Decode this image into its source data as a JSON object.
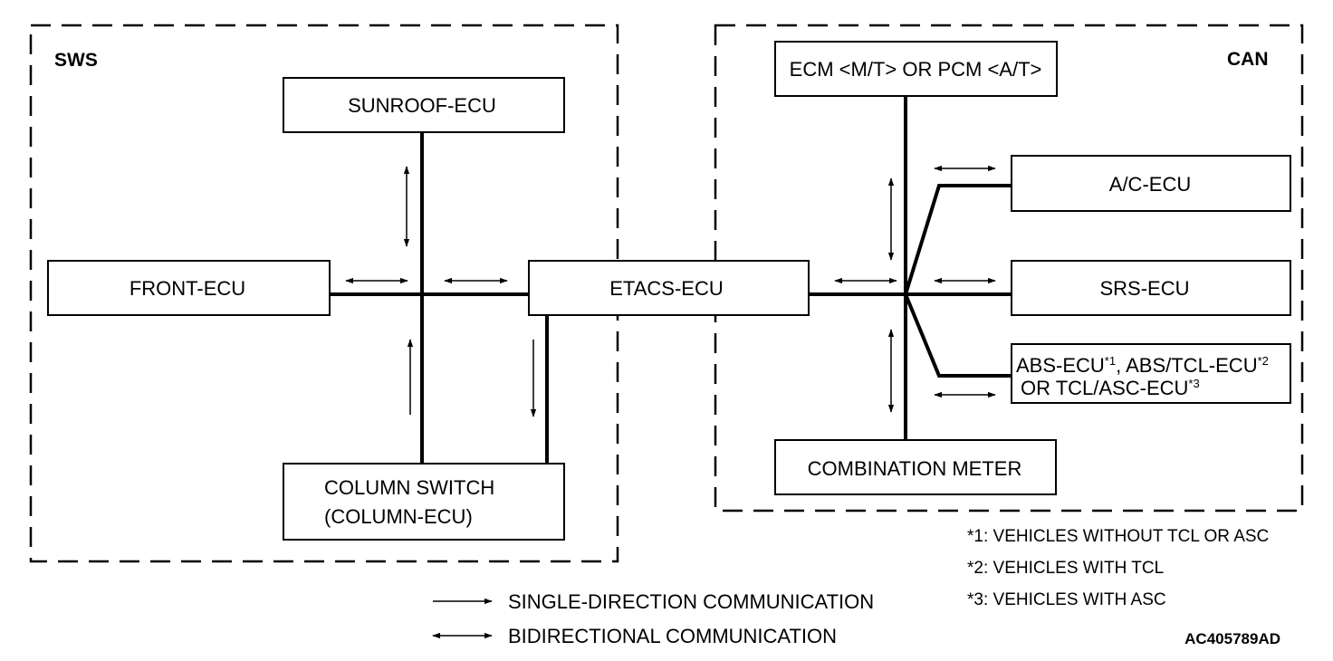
{
  "groups": {
    "sws": "SWS",
    "can": "CAN"
  },
  "nodes": {
    "sunroof": "SUNROOF-ECU",
    "front": "FRONT-ECU",
    "etacs": "ETACS-ECU",
    "column_line1": "COLUMN SWITCH",
    "column_line2": "(COLUMN-ECU)",
    "ecm": "ECM <M/T> OR PCM <A/T>",
    "ac": "A/C-ECU",
    "srs": "SRS-ECU",
    "abs_line1_a": "ABS-ECU",
    "abs_line1_sup1": "*1",
    "abs_line1_b": ", ABS/TCL-ECU",
    "abs_line1_sup2": "*2",
    "abs_line2_a": "OR TCL/ASC-ECU",
    "abs_line2_sup3": "*3",
    "combination_meter": "COMBINATION METER"
  },
  "legend": {
    "single": "SINGLE-DIRECTION COMMUNICATION",
    "bidirectional": "BIDIRECTIONAL COMMUNICATION"
  },
  "notes": [
    "*1: VEHICLES WITHOUT TCL OR ASC",
    "*2: VEHICLES WITH TCL",
    "*3: VEHICLES WITH ASC"
  ],
  "figure_code": "AC405789AD"
}
